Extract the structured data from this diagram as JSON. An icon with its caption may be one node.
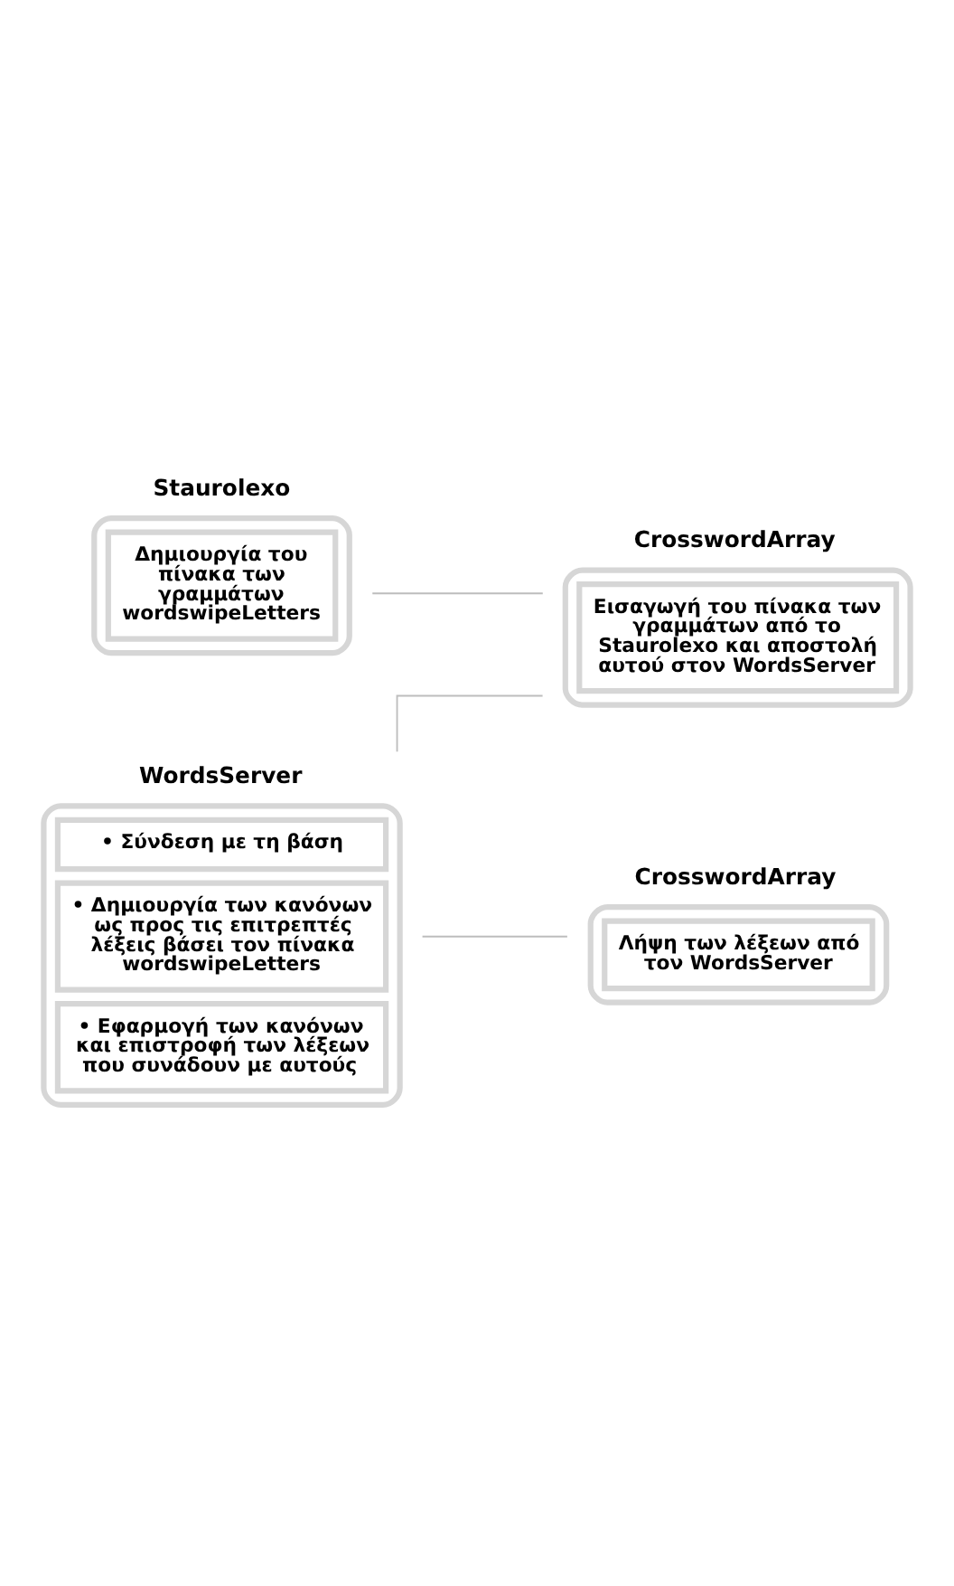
{
  "diagram": {
    "nodes": [
      {
        "text": [
          "Staurolexo",
          "Δημιουργία του πίνακα των γραμμάτων wordswipeLetters"
        ]
      },
      {
        "text": [
          "CrosswordArray",
          "Εισαγωγή του πίνακα των γραμμάτων από το Staurolexo και αποστολή αυτού στον WordsServer"
        ]
      },
      {
        "text": [
          "WordsServer",
          "• Σύνδεση με τη βάση",
          "• Δημιουργία των κανόνων ως προς τις επιτρεπτές λέξεις βάσει τον πίνακα wordswipeLetters",
          "• Εφαρμογή των κανόνων και επιστροφή των λέξεων που συνάδουν με αυτούς"
        ]
      },
      {
        "text": [
          "CrosswordArray",
          "Λήψη των λέξεων από τον WordsServer"
        ]
      }
    ],
    "edges": [
      {
        "from": 0,
        "to": 1,
        "arrow": "none"
      },
      {
        "from": 2,
        "to": 1,
        "arrow": "none"
      },
      {
        "from": 2,
        "to": 3,
        "arrow": "none"
      }
    ]
  }
}
